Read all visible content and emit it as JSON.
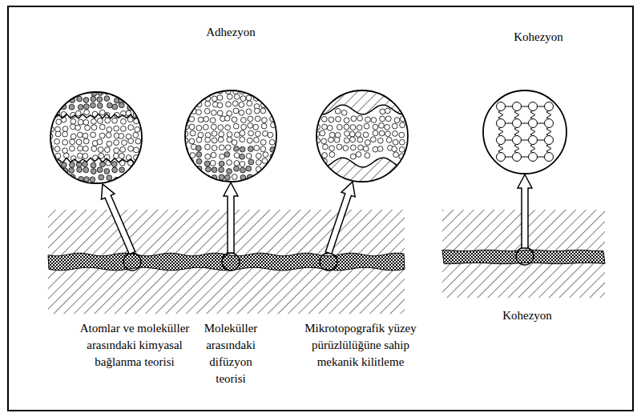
{
  "diagram": {
    "labels": [
      "Adhezyon",
      "Kohezyon",
      "Atomlar ve moleküller arasındaki kimyasal bağlanma teorisi",
      "Moleküller arasındaki difüzyon teorisi",
      "Mikrotopografik yüzey pürüzlülüğüne sahip mekanik kilitleme",
      "Kohezyon"
    ]
  }
}
